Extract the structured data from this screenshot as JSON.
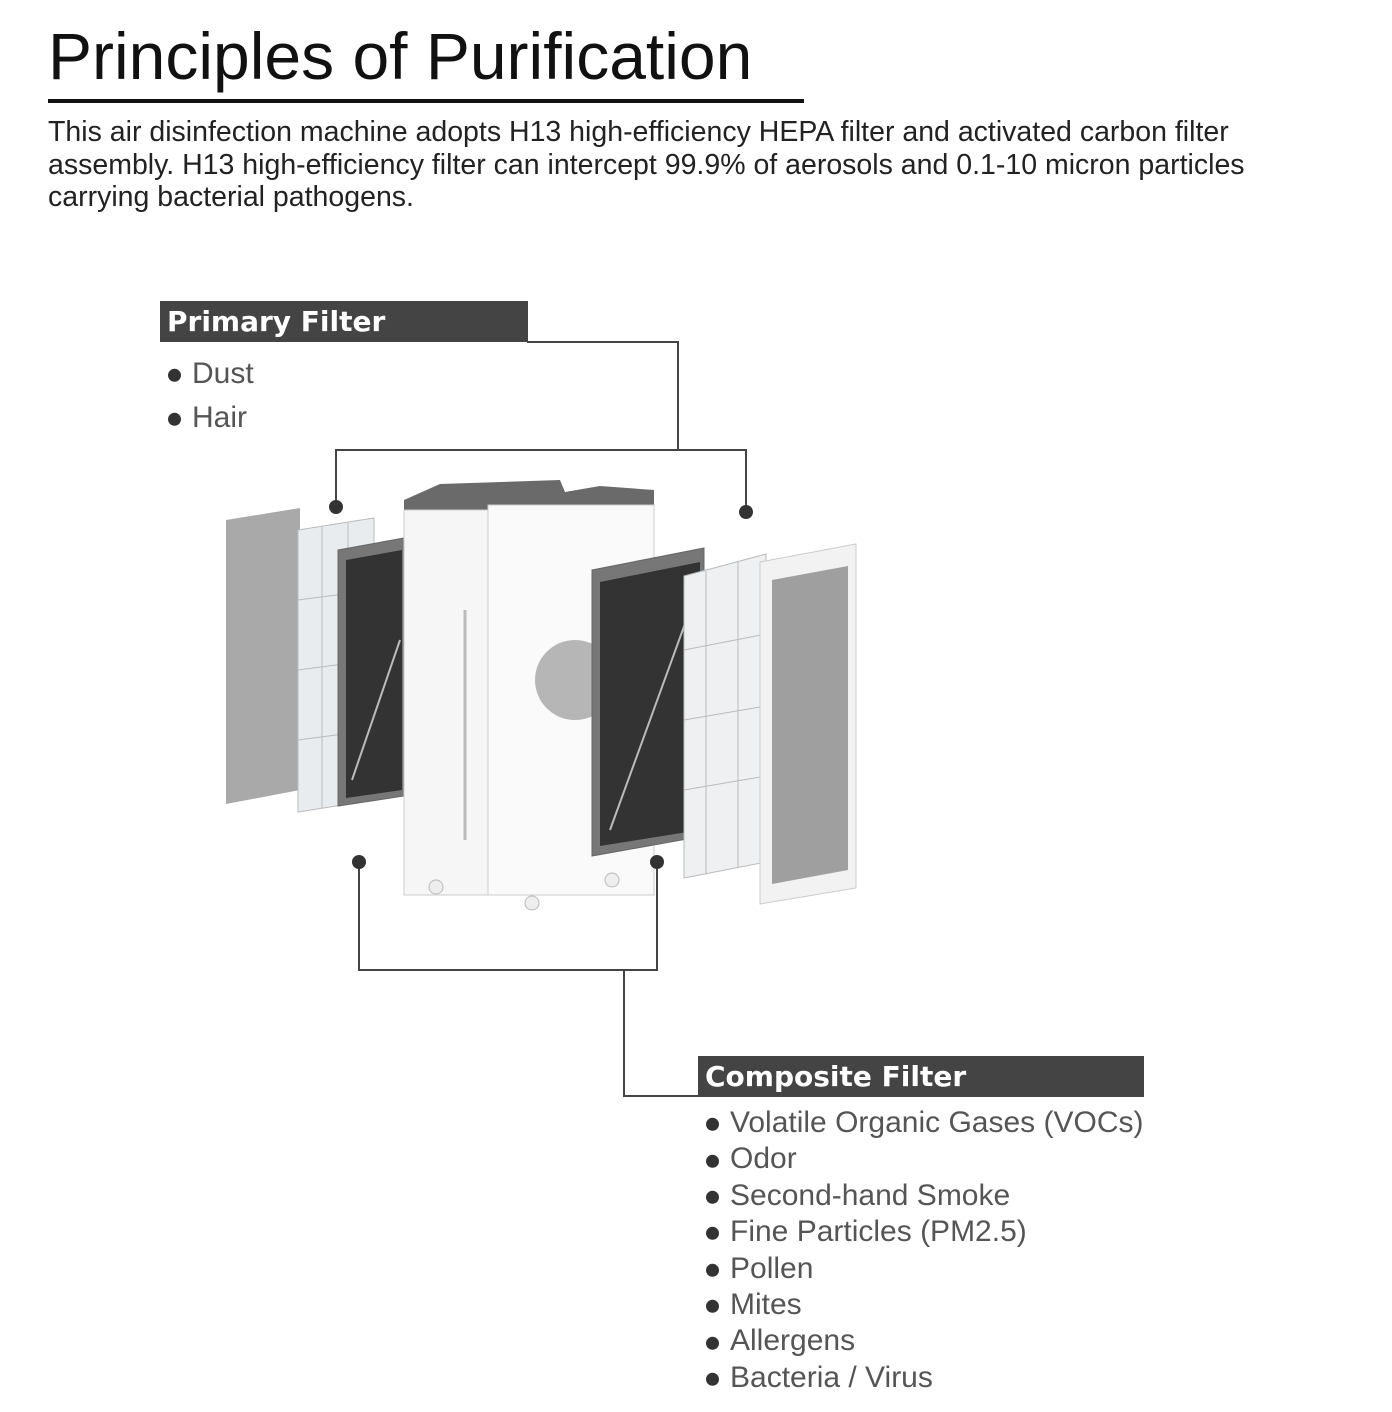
{
  "title": "Principles of Purification",
  "intro": "This air disinfection machine adopts H13 high-efficiency HEPA filter and activated carbon filter assembly. H13 high-efficiency filter can intercept 99.9% of aerosols and 0.1-10 micron particles carrying bacterial pathogens.",
  "primary_filter": {
    "label": "Primary Filter",
    "items": [
      "Dust",
      "Hair"
    ]
  },
  "composite_filter": {
    "label": "Composite Filter",
    "items": [
      "Volatile Organic Gases (VOCs)",
      "Odor",
      "Second-hand Smoke",
      "Fine Particles (PM2.5)",
      "Pollen",
      "Mites",
      "Allergens",
      "Bacteria / Virus"
    ]
  },
  "colors": {
    "label_bg": "#444444",
    "line": "#444444"
  }
}
